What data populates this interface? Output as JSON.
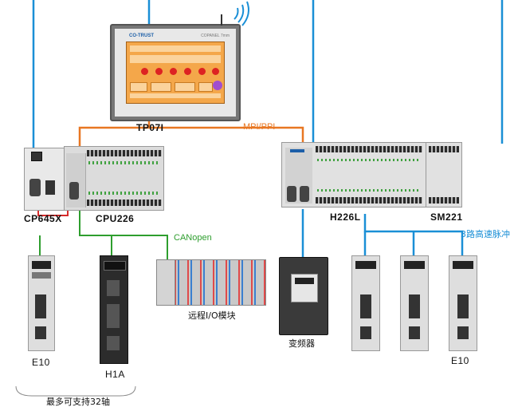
{
  "devices": {
    "hmi": {
      "label": "TP07I",
      "brand": "CO-TRUST",
      "brand_sub": "COPANEL 7mm"
    },
    "cp645x": {
      "label": "CP645X"
    },
    "cpu226": {
      "label": "CPU226"
    },
    "h226l": {
      "label": "H226L"
    },
    "sm221": {
      "label": "SM221"
    },
    "remote_io": {
      "label": "远程I/O模块"
    },
    "inverter": {
      "label": "变频器"
    },
    "servo_e10_left": {
      "label": "E10"
    },
    "servo_h1a": {
      "label": "H1A"
    },
    "servo_e10_right": {
      "label": "E10"
    }
  },
  "networks": {
    "mpi": {
      "label": "MPI/PPI",
      "color": "#e87722"
    },
    "canopen": {
      "label": "CANopen",
      "color": "#2e9e2e"
    },
    "pulse": {
      "label": "3路高速脉冲",
      "color": "#1a8fd6"
    },
    "ethernet": {
      "color": "#1a8fd6"
    }
  },
  "notes": {
    "max_axes": "最多可支持32轴"
  }
}
